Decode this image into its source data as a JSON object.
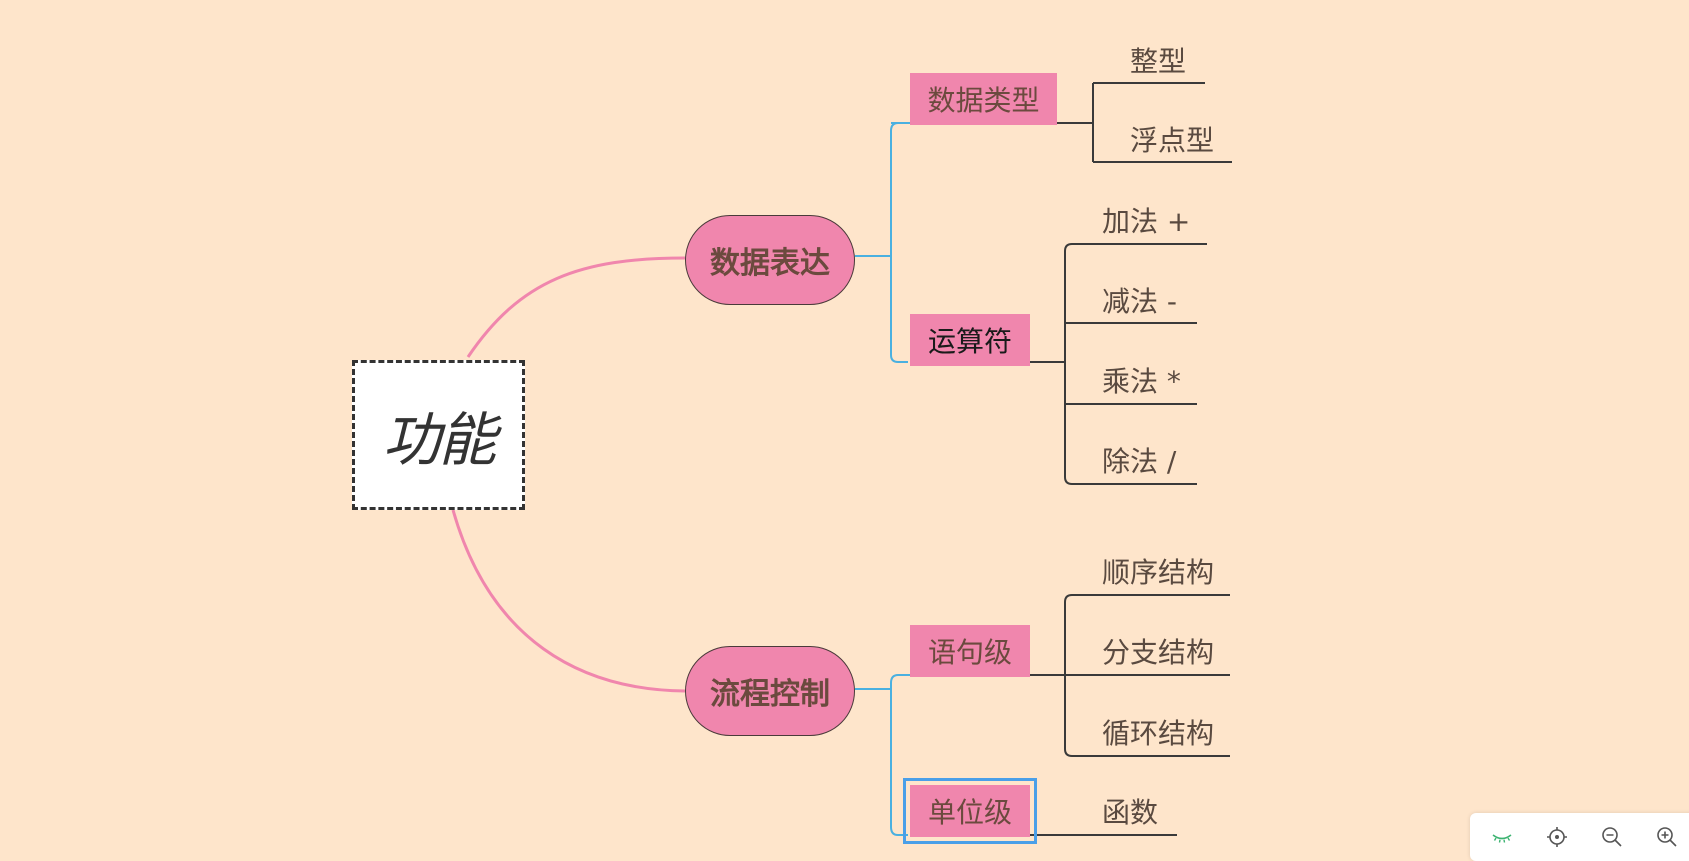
{
  "root": {
    "label": "功能"
  },
  "branches": [
    {
      "label": "数据表达",
      "children": [
        {
          "label": "数据类型",
          "leaves": [
            "整型",
            "浮点型"
          ]
        },
        {
          "label": "运算符",
          "leaves": [
            "加法 +",
            "减法 -",
            "乘法 *",
            "除法 /"
          ]
        }
      ]
    },
    {
      "label": "流程控制",
      "children": [
        {
          "label": "语句级",
          "leaves": [
            "顺序结构",
            "分支结构",
            "循环结构"
          ]
        },
        {
          "label": "单位级",
          "leaves": [
            "函数"
          ]
        }
      ]
    }
  ],
  "toolbar": {
    "buttons": [
      {
        "icon": "eye-closed-icon"
      },
      {
        "icon": "locate-center-icon"
      },
      {
        "icon": "zoom-out-icon"
      },
      {
        "icon": "zoom-in-icon"
      }
    ]
  },
  "colors": {
    "background": "#fee5cb",
    "main_fill": "#f086ad",
    "branch_curve": "#f086ad",
    "sub_connector": "#4ab0e0",
    "leaf_connector": "#3a3a3a",
    "selection": "#4a9fe8",
    "toolbar_accent": "#3cb371"
  }
}
